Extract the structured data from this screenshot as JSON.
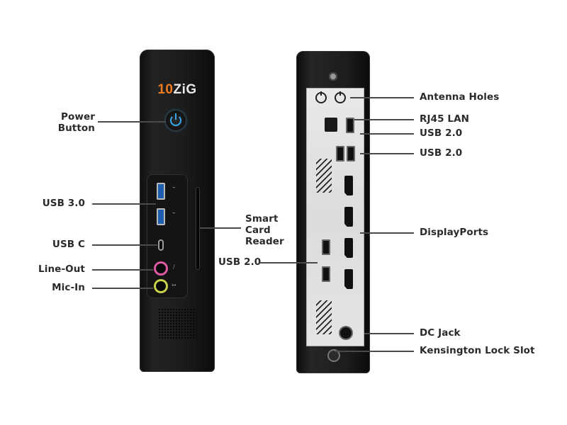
{
  "front": {
    "logo": {
      "number": "10",
      "text": "ZiG"
    },
    "labels": {
      "power_button": [
        "Power",
        "Button"
      ],
      "usb30": "USB 3.0",
      "usbc": "USB C",
      "line_out": "Line-Out",
      "mic_in": "Mic-In",
      "smart_card": [
        "Smart",
        "Card",
        "Reader"
      ]
    }
  },
  "back": {
    "labels": {
      "antenna": "Antenna Holes",
      "rj45": "RJ45 LAN",
      "usb20_a": "USB 2.0",
      "usb20_b": "USB 2.0",
      "displayports": "DisplayPorts",
      "usb20_left": "USB 2.0",
      "dc_jack": "DC Jack",
      "kensington": "Kensington Lock Slot"
    }
  },
  "colors": {
    "case": "#1b1b1b",
    "logo_orange": "#f07b21",
    "power_blue": "#39a9f0",
    "usb3_blue": "#1c5fae",
    "line_out_pink": "#e05aa3",
    "mic_in_lime": "#c8d24a",
    "label_text": "#2a2a2a",
    "callout_line": "#4a4a4a"
  }
}
